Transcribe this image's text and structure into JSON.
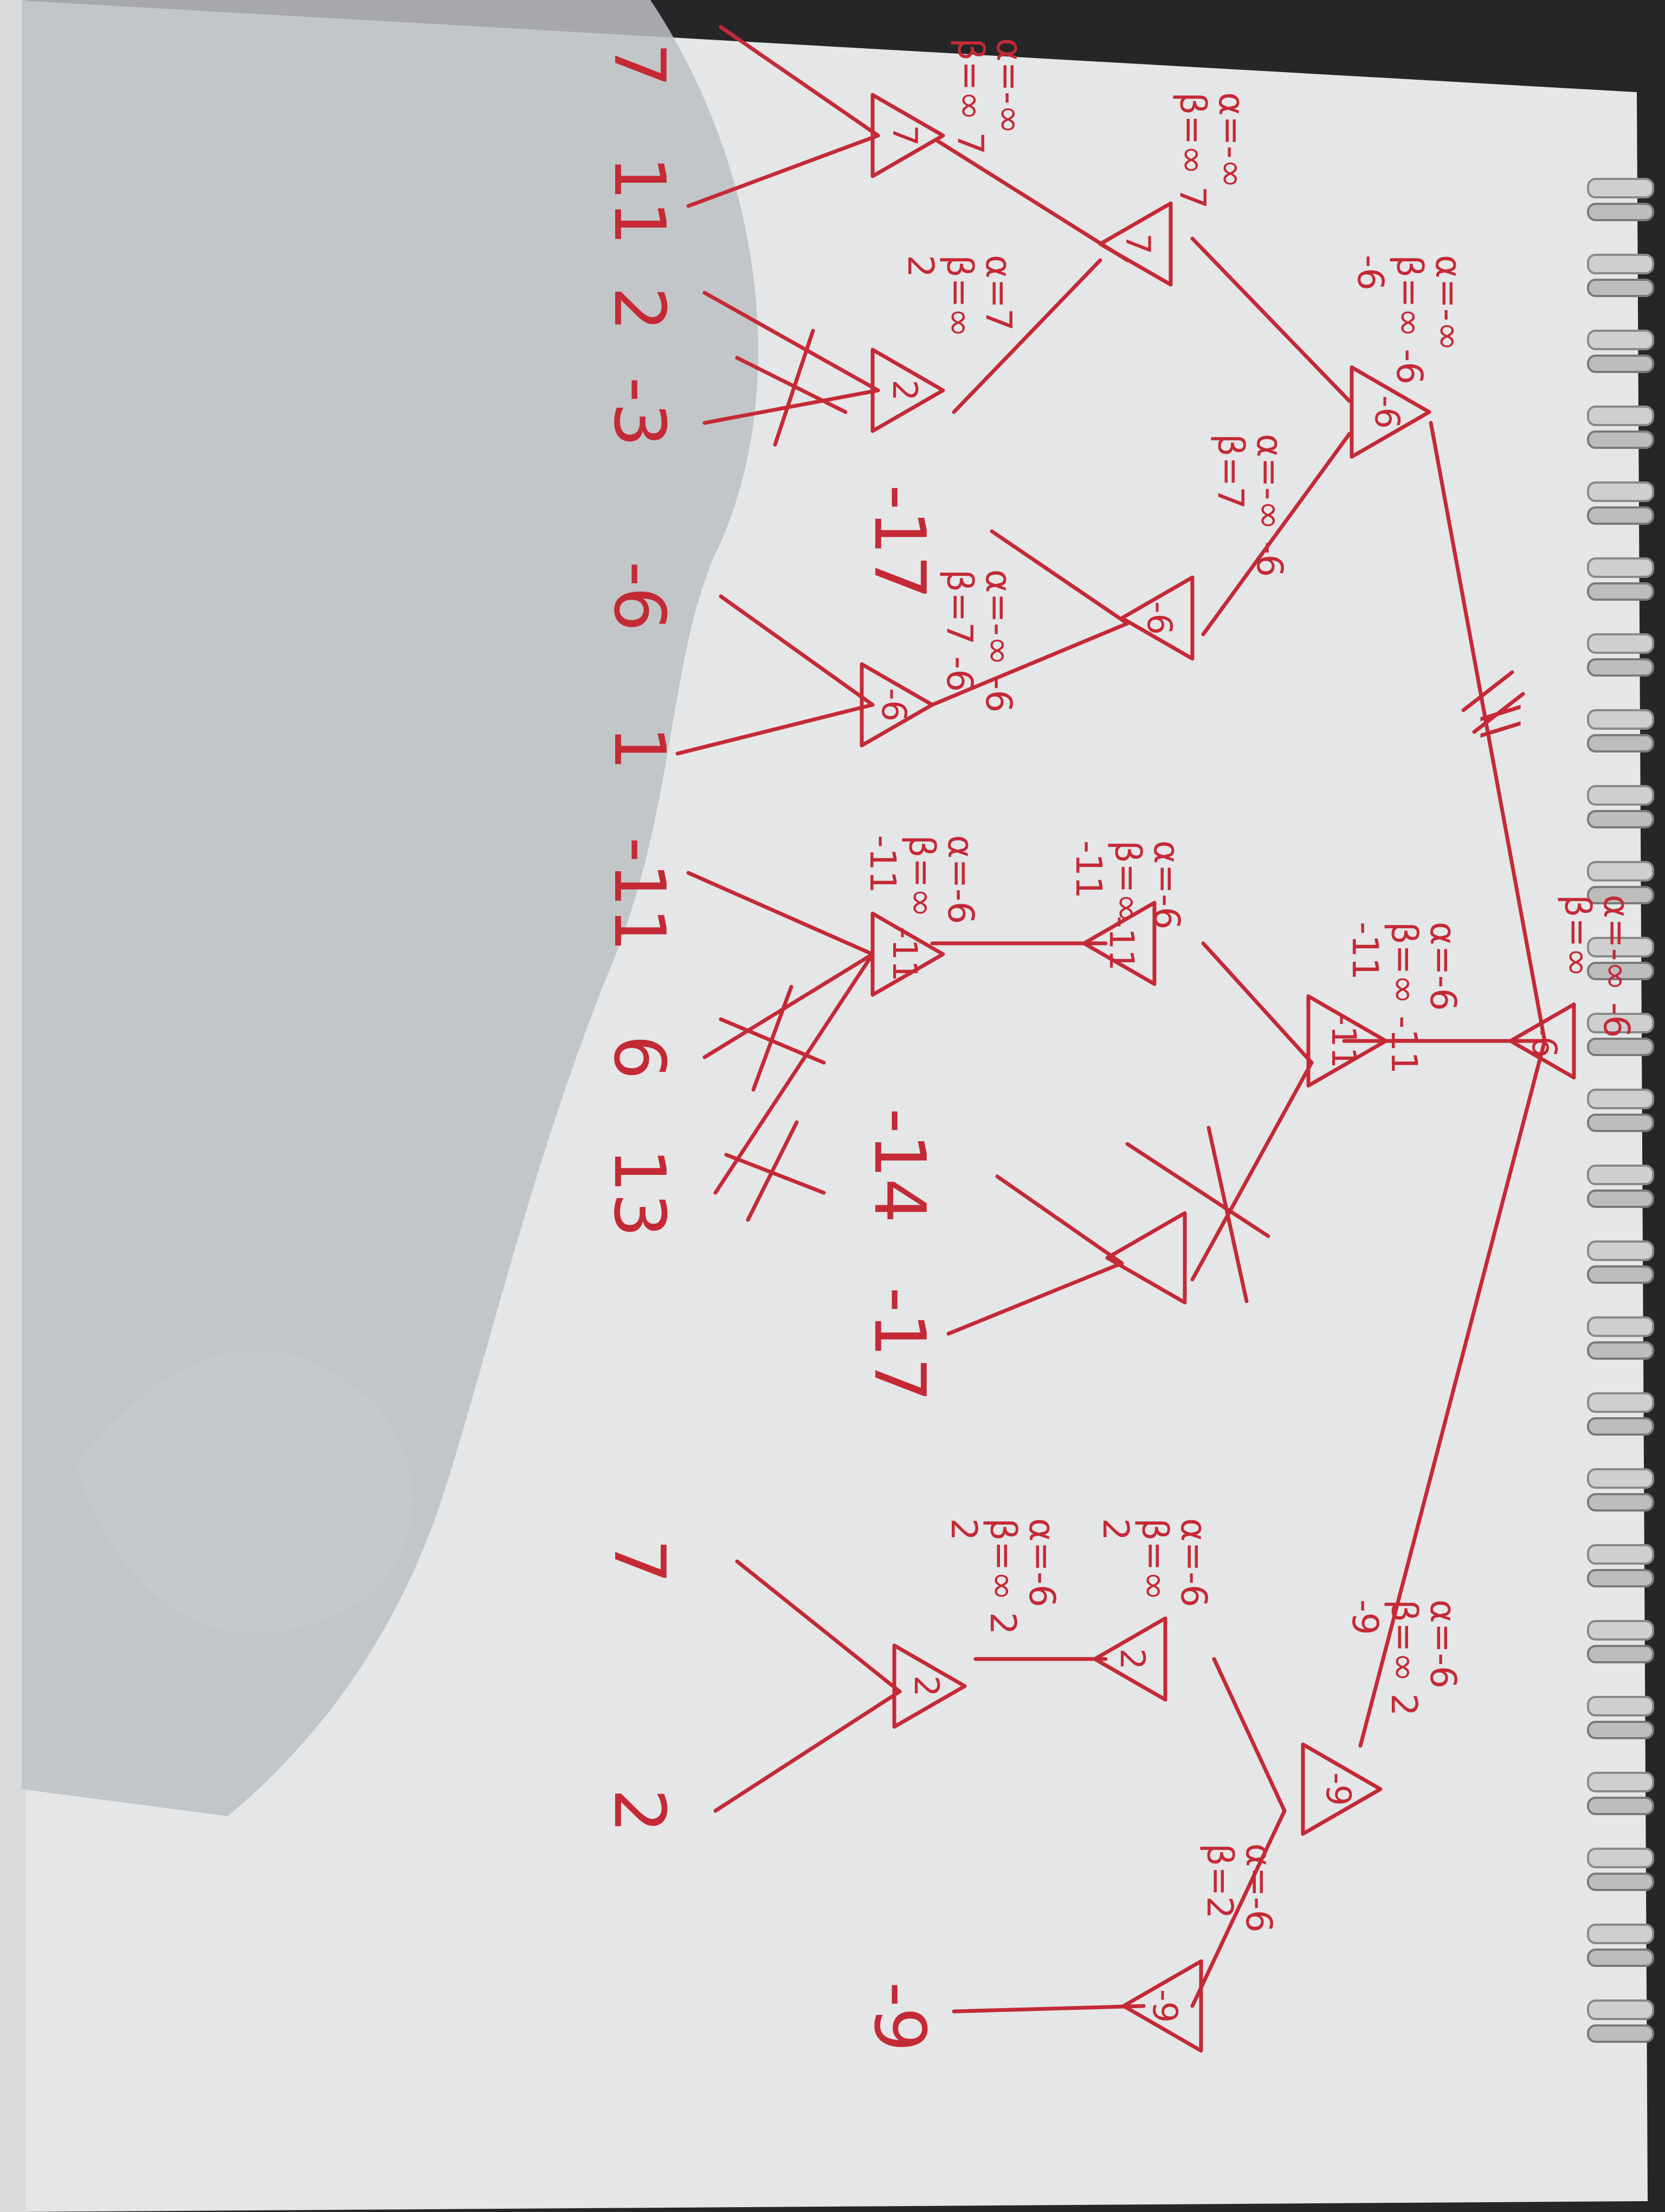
{
  "colors": {
    "ink": "#c42a36",
    "paper": "#e4e6e7",
    "shadow": "#b9bcbe",
    "spiral": "#d0d0d0"
  },
  "leaves": [
    "7",
    "11",
    "2",
    "-3",
    "-6",
    "1",
    "-11",
    "6",
    "13",
    "7",
    "2",
    "-17",
    "-14",
    "-17",
    "-9"
  ],
  "node_values": {
    "root": "-6",
    "max_left": "-6",
    "max_mid": "-11",
    "max_right": "-9",
    "min_a": "7",
    "min_b": "-6",
    "min_c": "-11",
    "min_e": "2",
    "min_f": "-9",
    "max_a1": "7",
    "max_a2": "2",
    "max_b": "-6",
    "max_c": "-11",
    "max_e": "2"
  },
  "annotations": {
    "root": [
      "α=-∞ -6",
      "β=∞"
    ],
    "max_left": [
      "α=-∞",
      "β=∞ -6",
      "-6"
    ],
    "min_a": [
      "α=-∞",
      "β=∞ 7"
    ],
    "max_a1": [
      "α=-∞",
      "β=∞ 7"
    ],
    "max_a2": [
      "α=7",
      "β=∞",
      "2"
    ],
    "min_b": [
      "α=-∞ -6",
      "β=7"
    ],
    "max_b": [
      "α=-∞ -6",
      "β=7 -6"
    ],
    "max_mid": [
      "α=-6",
      "β=∞ -11",
      "-11"
    ],
    "min_c": [
      "α=-6",
      "β=∞",
      "-11"
    ],
    "max_c": [
      "α=-6",
      "β=∞",
      "-11"
    ],
    "max_right": [
      "α=-6",
      "β=∞ 2",
      "-9"
    ],
    "min_e": [
      "α=-6",
      "β=∞",
      "2"
    ],
    "max_e": [
      "α=-6",
      "β=∞ 2",
      "2"
    ],
    "min_f": [
      "α=-6",
      "β=2"
    ]
  },
  "pruned_edge_mark": "\\\\"
}
